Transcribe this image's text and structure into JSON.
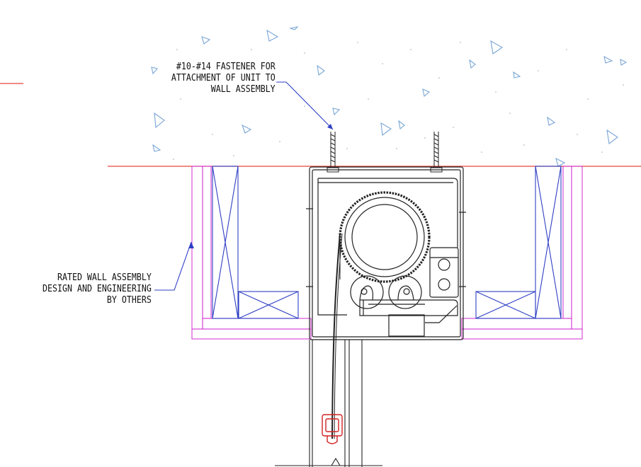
{
  "annotations": {
    "fastener": {
      "lines": [
        "#10-#14 FASTENER FOR",
        "ATTACHMENT OF UNIT TO",
        "WALL ASSEMBLY"
      ]
    },
    "wall": {
      "lines": [
        "RATED WALL ASSEMBLY",
        "DESIGN AND ENGINEERING",
        "BY OTHERS"
      ]
    }
  },
  "colors": {
    "concrete_line": "#e8443a",
    "wall_board": "#d43fd4",
    "framing": "#2f3fc4",
    "leader": "#2f3fc4",
    "unit": "#222222",
    "bottom_bar": "#d42020",
    "aggregate": "#7aa6d6"
  }
}
